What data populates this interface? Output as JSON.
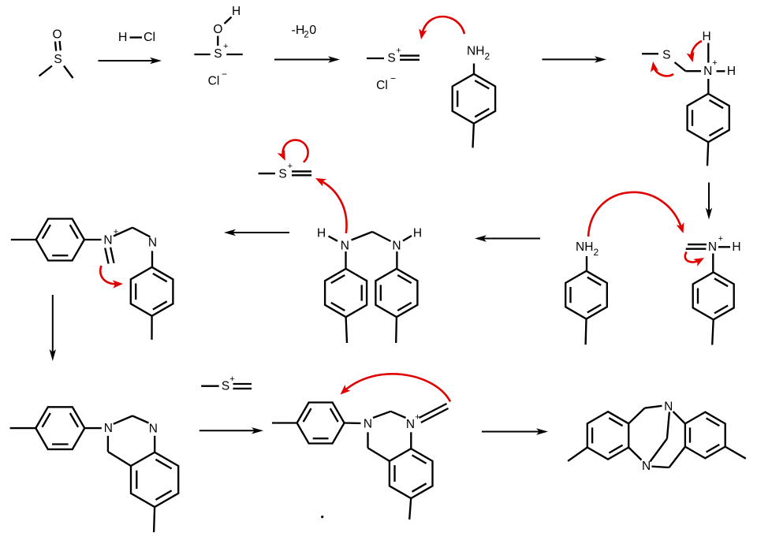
{
  "figure": {
    "type": "reaction-mechanism-diagram",
    "background": "#ffffff",
    "bond_color": "#000000",
    "electron_arrow_color": "#e00000"
  },
  "glyphs": {
    "oxygen": "O",
    "sulfur": "S",
    "hydrogen": "H",
    "nitrogen": "N",
    "chlorine": "Cl",
    "amine_nh": "NH",
    "sub_two": "2",
    "plus": "+",
    "minus": "−",
    "dehydration_prefix": "-H",
    "dehydration_sub": "2",
    "dehydration_suffix": "0"
  }
}
